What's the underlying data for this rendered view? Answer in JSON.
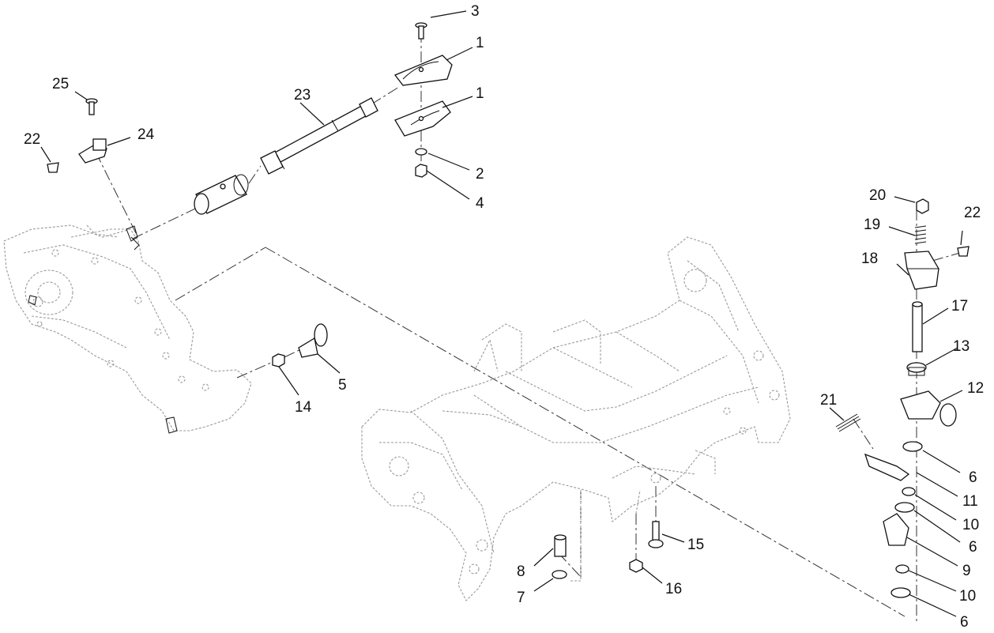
{
  "diagram": {
    "callouts": [
      {
        "id": "c3",
        "text": "3"
      },
      {
        "id": "c1a",
        "text": "1"
      },
      {
        "id": "c1b",
        "text": "1"
      },
      {
        "id": "c2",
        "text": "2"
      },
      {
        "id": "c4",
        "text": "4"
      },
      {
        "id": "c23",
        "text": "23"
      },
      {
        "id": "c25",
        "text": "25"
      },
      {
        "id": "c22a",
        "text": "22"
      },
      {
        "id": "c24",
        "text": "24"
      },
      {
        "id": "c14",
        "text": "14"
      },
      {
        "id": "c5",
        "text": "5"
      },
      {
        "id": "c20",
        "text": "20"
      },
      {
        "id": "c22b",
        "text": "22"
      },
      {
        "id": "c19",
        "text": "19"
      },
      {
        "id": "c18",
        "text": "18"
      },
      {
        "id": "c17",
        "text": "17"
      },
      {
        "id": "c13",
        "text": "13"
      },
      {
        "id": "c12",
        "text": "12"
      },
      {
        "id": "c21",
        "text": "21"
      },
      {
        "id": "c6a",
        "text": "6"
      },
      {
        "id": "c11",
        "text": "11"
      },
      {
        "id": "c10a",
        "text": "10"
      },
      {
        "id": "c6b",
        "text": "6"
      },
      {
        "id": "c9",
        "text": "9"
      },
      {
        "id": "c10b",
        "text": "10"
      },
      {
        "id": "c6c",
        "text": "6"
      },
      {
        "id": "c15",
        "text": "15"
      },
      {
        "id": "c16",
        "text": "16"
      },
      {
        "id": "c8",
        "text": "8"
      },
      {
        "id": "c7",
        "text": "7"
      }
    ]
  }
}
